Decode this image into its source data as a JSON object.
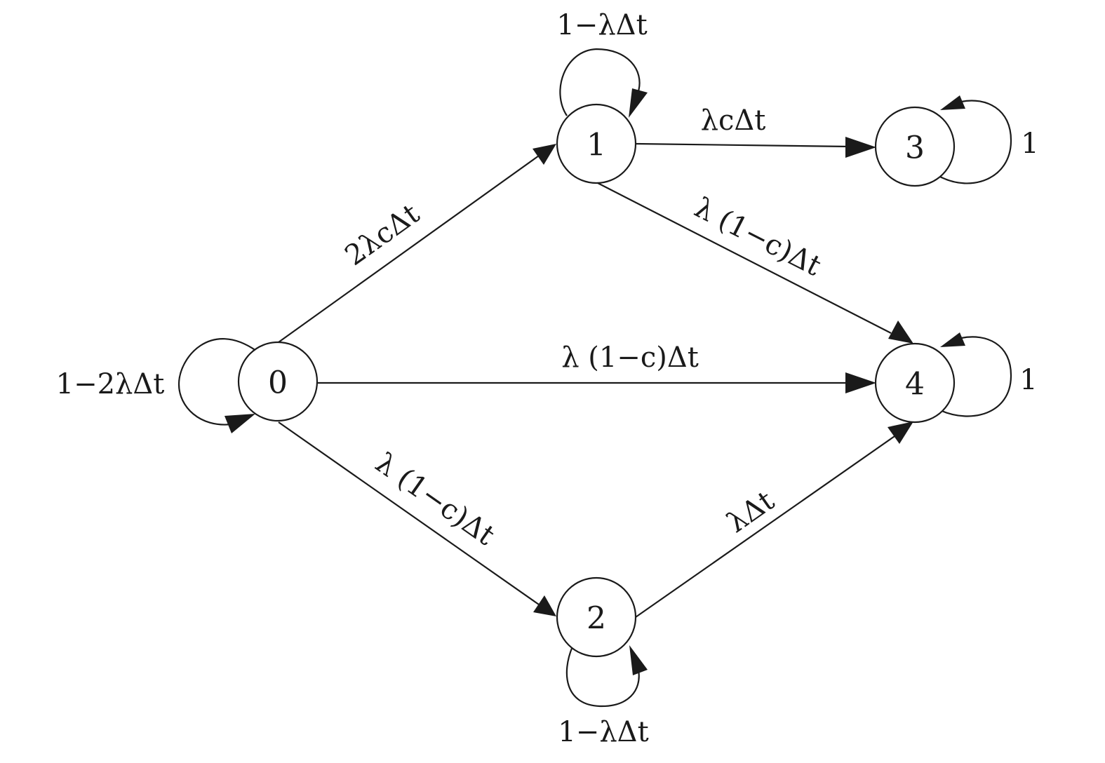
{
  "diagram": {
    "type": "state-transition",
    "nodes": [
      {
        "id": "0",
        "label": "0"
      },
      {
        "id": "1",
        "label": "1"
      },
      {
        "id": "2",
        "label": "2"
      },
      {
        "id": "3",
        "label": "3"
      },
      {
        "id": "4",
        "label": "4"
      }
    ],
    "edges": [
      {
        "from": "0",
        "to": "1",
        "label": "2λcΔt"
      },
      {
        "from": "0",
        "to": "4",
        "label": "λ (1−c)Δt"
      },
      {
        "from": "0",
        "to": "2",
        "label": "λ (1−c)Δt"
      },
      {
        "from": "1",
        "to": "3",
        "label": "λcΔt"
      },
      {
        "from": "1",
        "to": "4",
        "label": "λ (1−c)Δt"
      },
      {
        "from": "2",
        "to": "4",
        "label": "λΔt"
      }
    ],
    "self_loops": [
      {
        "node": "0",
        "label": "1−2λΔt"
      },
      {
        "node": "1",
        "label": "1−λΔt"
      },
      {
        "node": "2",
        "label": "1−λΔt"
      },
      {
        "node": "3",
        "label": "1"
      },
      {
        "node": "4",
        "label": "1"
      }
    ]
  }
}
